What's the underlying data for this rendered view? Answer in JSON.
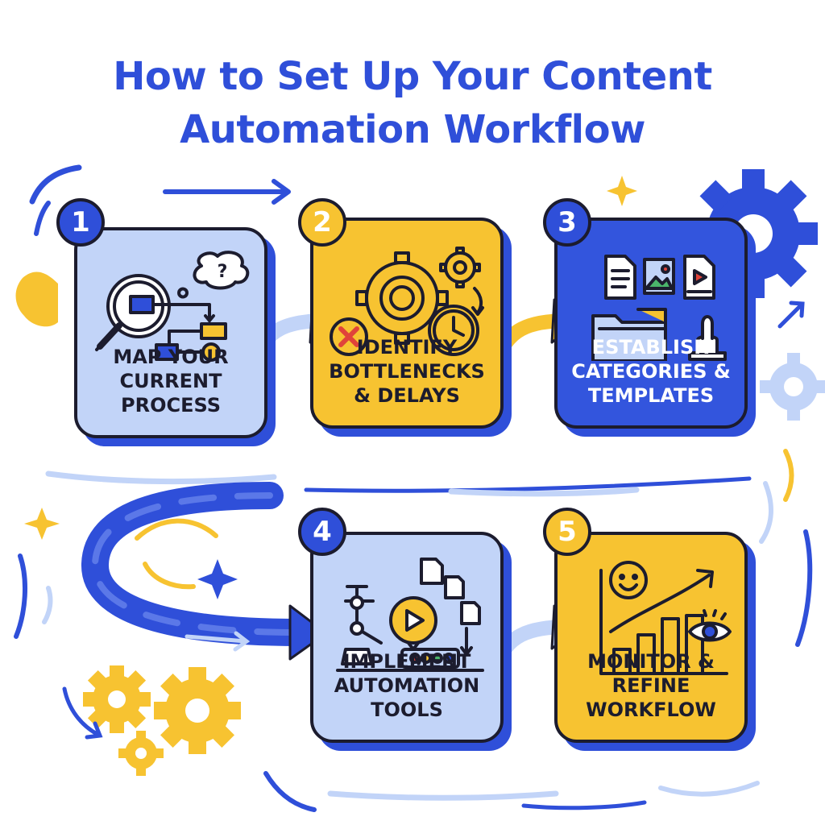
{
  "title": {
    "line1": "How to Set Up Your Content",
    "line2": "Automation Workflow"
  },
  "colors": {
    "primary_blue": "#2f4fd9",
    "light_blue": "#c2d4f8",
    "yellow": "#f7c331",
    "outline": "#1c1c2e"
  },
  "steps": [
    {
      "number": "1",
      "line1": "MAP YOUR",
      "line2": "CURRENT",
      "line3": "PROCESS",
      "icon": "magnifier-flowchart-icon"
    },
    {
      "number": "2",
      "line1": "IDENTIFY",
      "line2": "BOTTLENECKS",
      "line3": "& DELAYS",
      "icon": "gears-clock-icon"
    },
    {
      "number": "3",
      "line1": "ESTABLISH",
      "line2": "CATEGORIES &",
      "line3": "TEMPLATES",
      "icon": "folder-files-icon"
    },
    {
      "number": "4",
      "line1": "IMPLEMENT",
      "line2": "AUTOMATION",
      "line3": "TOOLS",
      "icon": "robot-arm-icon"
    },
    {
      "number": "5",
      "line1": "MONITOR &",
      "line2": "REFINE",
      "line3": "WORKFLOW",
      "icon": "growth-chart-icon"
    }
  ]
}
